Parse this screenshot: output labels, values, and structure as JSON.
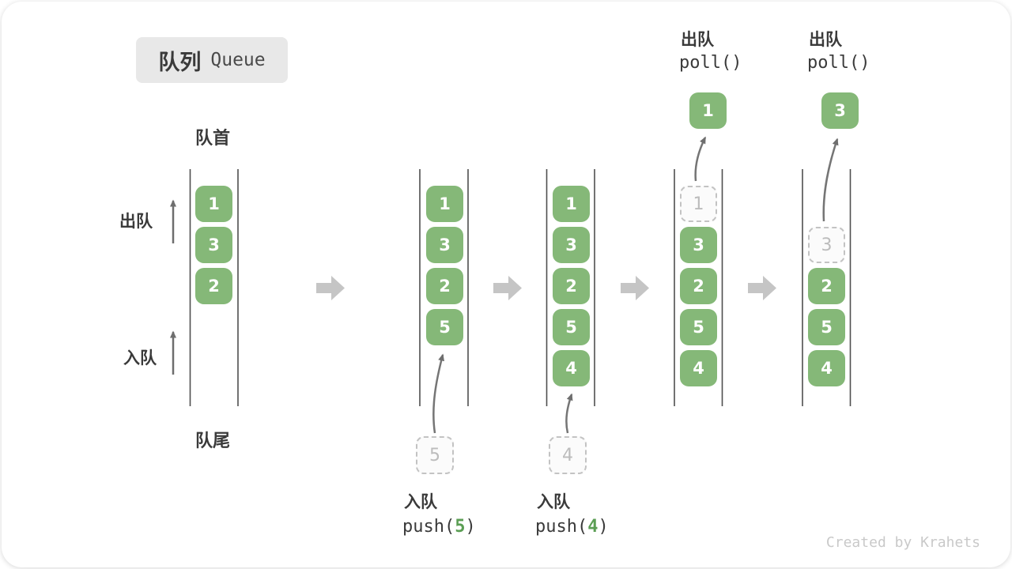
{
  "title": {
    "zh": "队列",
    "en": "Queue"
  },
  "side": {
    "front": "队首",
    "rear": "队尾",
    "dequeue": "出队",
    "enqueue": "入队"
  },
  "states": [
    {
      "cells": [
        "1",
        "3",
        "2"
      ]
    },
    {
      "cells": [
        "1",
        "3",
        "2",
        "5"
      ],
      "incoming": "5"
    },
    {
      "cells": [
        "1",
        "3",
        "2",
        "5",
        "4"
      ],
      "incoming": "4"
    },
    {
      "cells": [
        "3",
        "2",
        "5",
        "4"
      ],
      "removed": "1"
    },
    {
      "cells": [
        "2",
        "5",
        "4"
      ],
      "removed": "3"
    }
  ],
  "operations": {
    "push5": {
      "name": "入队",
      "code_pre": "push(",
      "arg": "5",
      "code_post": ")"
    },
    "push4": {
      "name": "入队",
      "code_pre": "push(",
      "arg": "4",
      "code_post": ")"
    },
    "poll1": {
      "name": "出队",
      "code": "poll()",
      "result": "1"
    },
    "poll3": {
      "name": "出队",
      "code": "poll()",
      "result": "3"
    }
  },
  "watermark": "Created by Krahets",
  "colors": {
    "cell_green": "#85b878",
    "code_accent_green": "#5b9e54",
    "block_arrow_gray": "#c5c5c5",
    "thin_arrow_gray": "#757575",
    "wall_line_gray": "#4f4f4f",
    "title_badge_bg": "#e8e8e8"
  }
}
